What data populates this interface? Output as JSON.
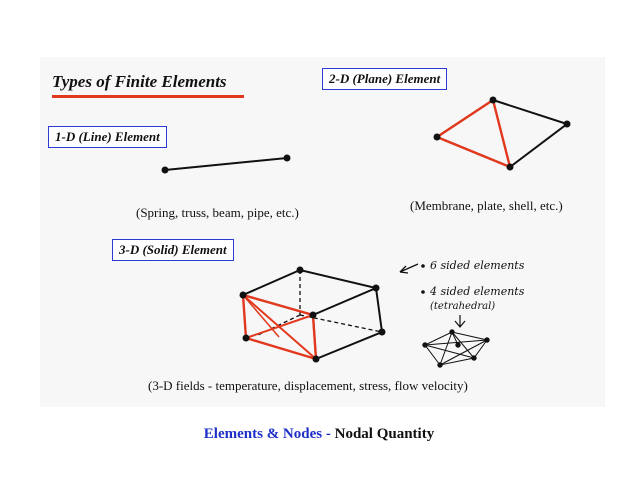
{
  "title": "Types of Finite Elements",
  "boxes": {
    "line": "1-D (Line) Element",
    "plane": "2-D (Plane) Element",
    "solid": "3-D (Solid) Element"
  },
  "captions": {
    "line": "(Spring, truss, beam, pipe, etc.)",
    "plane": "(Membrane, plate, shell, etc.)",
    "solid": "(3-D fields - temperature, displacement, stress, flow velocity)"
  },
  "notes": {
    "six": "6 sided elements",
    "four": "4 sided elements",
    "tet": "(tetrahedral)"
  },
  "footer": {
    "part1": "Elements & Nodes",
    "sep": " - ",
    "part2": "Nodal Quantity"
  },
  "colors": {
    "accent": "#e2381d",
    "box_border": "#2b3bd6",
    "footer_blue": "#1d2fc9"
  }
}
